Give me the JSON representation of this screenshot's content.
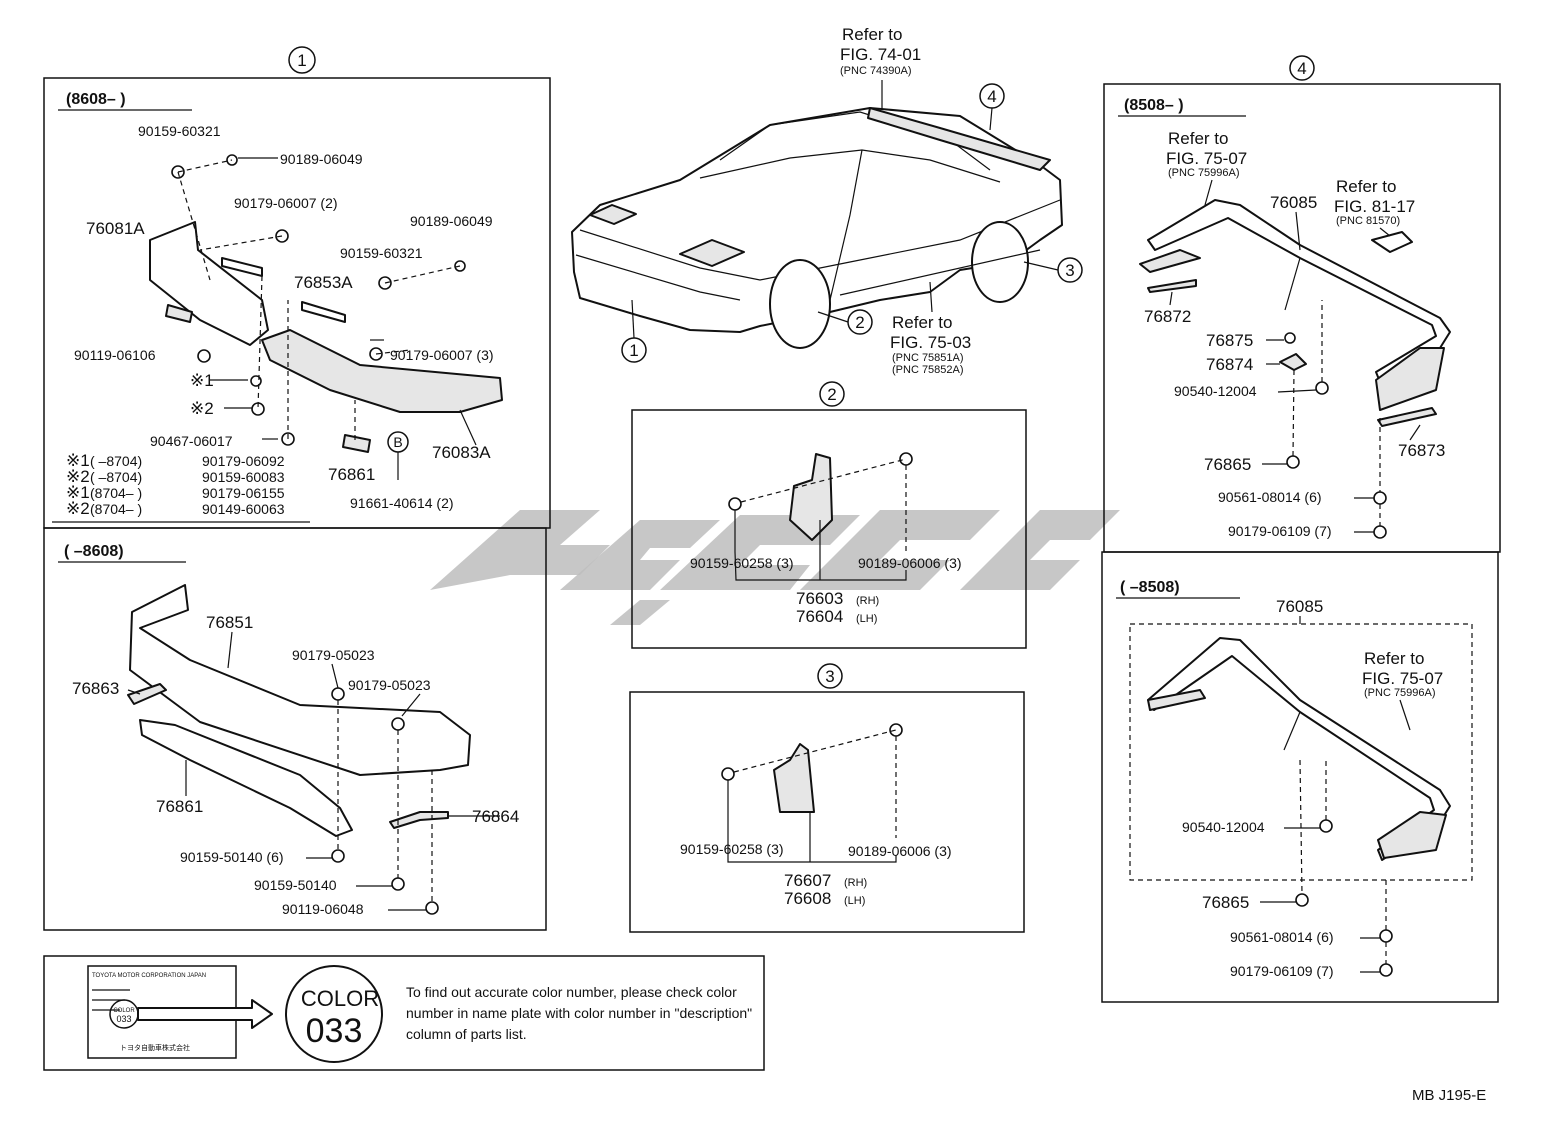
{
  "circles": {
    "c1": "1",
    "c2": "2",
    "c3": "3",
    "c4": "4",
    "b": "B"
  },
  "panel1a": {
    "range": "(8608–       )",
    "parts": {
      "p90159_60321_a": "90159-60321",
      "p90189_06049_a": "90189-06049",
      "p90179_06007_2": "90179-06007 (2)",
      "p76081A": "76081A",
      "p90189_06049_b": "90189-06049",
      "p90159_60321_b": "90159-60321",
      "p76853A": "76853A",
      "p90119_06106": "90119-06106",
      "p90179_06007_3": "90179-06007 (3)",
      "s1": "※1",
      "s2": "※2",
      "p90467_06017": "90467-06017",
      "p76861": "76861",
      "p76083A": "76083A",
      "p91661_40614": "91661-40614 (2)"
    },
    "notes": [
      {
        "mark": "※1",
        "range": "(        –8704)",
        "part": "90179-06092"
      },
      {
        "mark": "※2",
        "range": "(        –8704)",
        "part": "90159-60083"
      },
      {
        "mark": "※1",
        "range": "(8704–        )",
        "part": "90179-06155"
      },
      {
        "mark": "※2",
        "range": "(8704–        )",
        "part": "90149-60063"
      }
    ]
  },
  "panel1b": {
    "range": "(        –8608)",
    "parts": {
      "p76851": "76851",
      "p90179_05023_a": "90179-05023",
      "p90179_05023_b": "90179-05023",
      "p76863": "76863",
      "p76861": "76861",
      "p76864": "76864",
      "p90159_50140_6": "90159-50140 (6)",
      "p90159_50140": "90159-50140",
      "p90119_06048": "90119-06048"
    }
  },
  "car": {
    "ref_top": {
      "line1": "Refer to",
      "line2": "FIG. 74-01",
      "line3": "(PNC 74390A)"
    },
    "ref_side": {
      "line1": "Refer to",
      "line2": "FIG. 75-03",
      "line3": "(PNC 75851A)",
      "line4": "(PNC 75852A)"
    }
  },
  "panel2": {
    "p90159_60258": "90159-60258 (3)",
    "p90189_06006": "90189-06006 (3)",
    "rh_num": "76603",
    "rh_suffix": "(RH)",
    "lh_num": "76604",
    "lh_suffix": "(LH)"
  },
  "panel3": {
    "p90159_60258": "90159-60258 (3)",
    "p90189_06006": "90189-06006 (3)",
    "rh_num": "76607",
    "rh_suffix": "(RH)",
    "lh_num": "76608",
    "lh_suffix": "(LH)"
  },
  "panel4a": {
    "range": "(8508–       )",
    "ref1": {
      "line1": "Refer to",
      "line2": "FIG. 75-07",
      "line3": "(PNC 75996A)"
    },
    "ref2": {
      "line1": "Refer to",
      "line2": "FIG. 81-17",
      "line3": "(PNC 81570)"
    },
    "parts": {
      "p76085": "76085",
      "p76872": "76872",
      "p76875": "76875",
      "p76874": "76874",
      "p90540_12004": "90540-12004",
      "p76865": "76865",
      "p76873": "76873",
      "p90561_08014": "90561-08014 (6)",
      "p90179_06109": "90179-06109 (7)"
    }
  },
  "panel4b": {
    "range": "(        –8508)",
    "ref": {
      "line1": "Refer to",
      "line2": "FIG. 75-07",
      "line3": "(PNC 75996A)"
    },
    "parts": {
      "p76085": "76085",
      "p90540_12004": "90540-12004",
      "p76865": "76865",
      "p90561_08014": "90561-08014 (6)",
      "p90179_06109": "90179-06109 (7)"
    }
  },
  "color_note": {
    "plate_title": "TOYOTA MOTOR CORPORATION JAPAN",
    "plate_color": "COLOR",
    "plate_number": "033",
    "plate_maker": "トヨタ自動車株式会社",
    "badge_label": "COLOR",
    "badge_number": "033",
    "text": "To find out accurate color number, please check color number in name plate with color number in \"description\" column of parts list."
  },
  "footer_code": "MB  J195-E"
}
